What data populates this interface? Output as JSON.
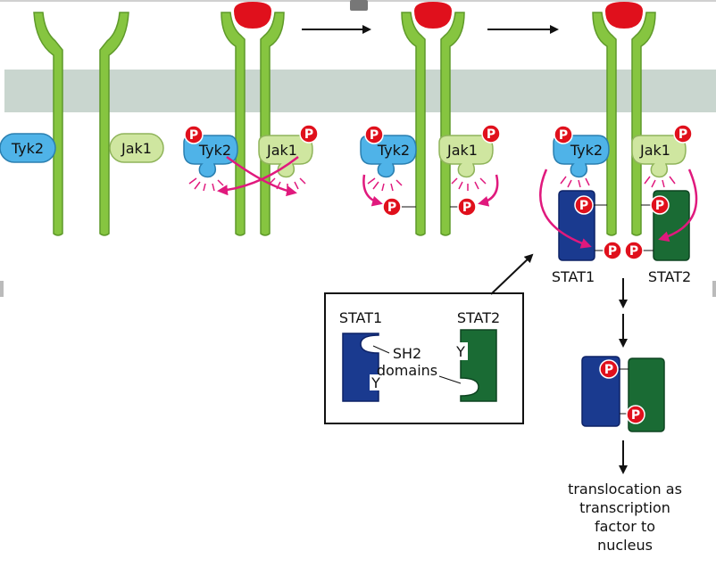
{
  "colors": {
    "membrane": "#c9d6cf",
    "receptor": "#86c540",
    "receptor_stroke": "#5f9a2a",
    "ligand": "#e0101c",
    "tyk2": "#4fb3e8",
    "jak1": "#cfe6a0",
    "phospho": "#e0101c",
    "arrow_magenta": "#e0197d",
    "stat1": "#1a3a8f",
    "stat2": "#1a6b34"
  },
  "labels": {
    "tyk2": "Tyk2",
    "jak1": "Jak1",
    "p": "P",
    "stat1": "STAT1",
    "stat2": "STAT2",
    "y": "Y",
    "sh2_line1": "SH2",
    "sh2_line2": "domains",
    "result_line1": "translocation as",
    "result_line2": "transcription",
    "result_line3": "factor to",
    "result_line4": "nucleus"
  },
  "icons": {
    "window_control_top": "square-handle-icon",
    "window_control_left": "edge-handle-icon",
    "window_control_right": "edge-handle-icon"
  }
}
